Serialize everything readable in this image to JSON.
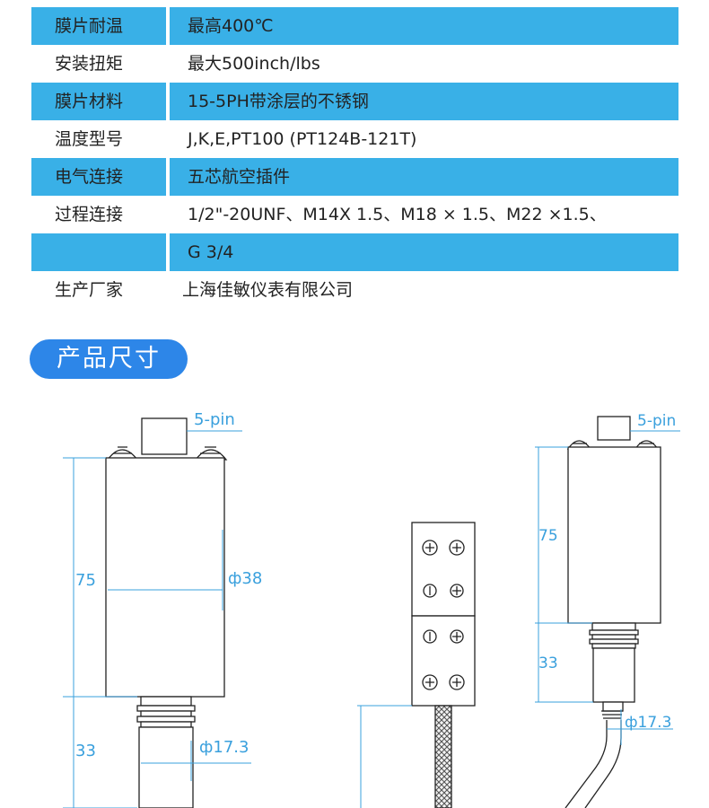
{
  "specs": [
    {
      "label": "膜片耐温",
      "value": "最高400℃"
    },
    {
      "label": "安装扭矩",
      "value": "最大500inch/lbs"
    },
    {
      "label": "膜片材料",
      "value": "15-5PH带涂层的不锈钢"
    },
    {
      "label": "温度型号",
      "value": "J,K,E,PT100 (PT124B-121T)"
    },
    {
      "label": "电气连接",
      "value": "五芯航空插件"
    },
    {
      "label": "过程连接",
      "value": "1/2\"-20UNF、M14X 1.5、M18 × 1.5、M22 ×1.5、"
    },
    {
      "label": "",
      "value": "G 3/4"
    },
    {
      "label": "生产厂家",
      "value": "上海佳敏仪表有限公司"
    }
  ],
  "section_title": "产品尺寸",
  "drawing": {
    "left_view": {
      "pin_label": "5-pin",
      "height_body": "75",
      "height_neck": "33",
      "diameter_body": "ф38",
      "diameter_neck": "ф17.3"
    },
    "right_view": {
      "pin_label": "5-pin",
      "height_body": "75",
      "height_neck": "33",
      "diameter_neck": "ф17.3"
    }
  },
  "colors": {
    "row_blue": "#39b0e7",
    "pill_blue": "#2d86e8",
    "dimension_blue": "#3aa0dd"
  }
}
